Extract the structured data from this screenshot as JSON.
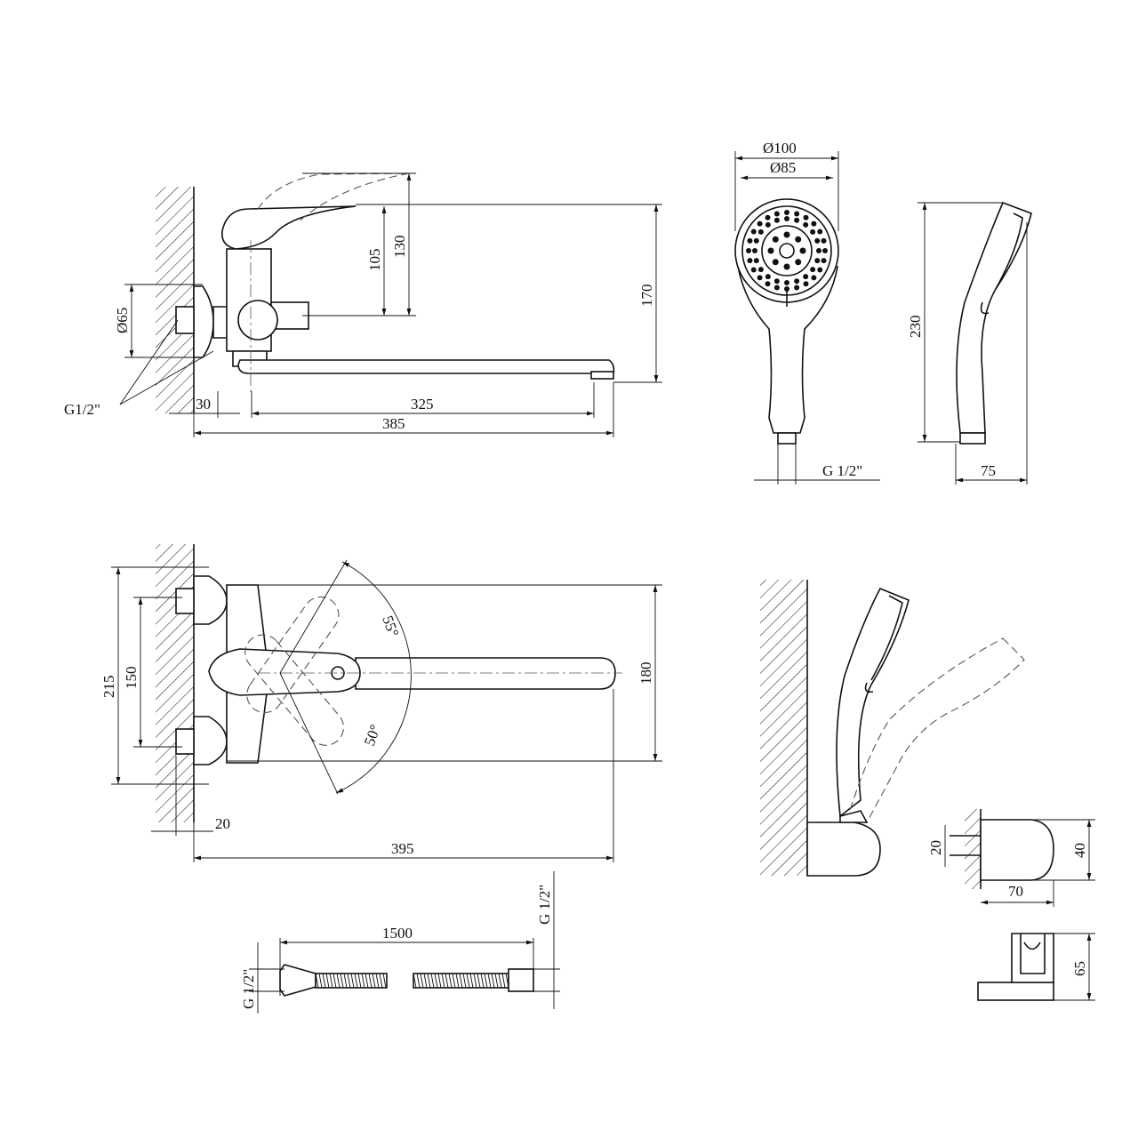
{
  "side_view": {
    "dim_height_total": "170",
    "dim_handle_raised": "130",
    "dim_handle": "105",
    "dim_flange_diameter": "Ø65",
    "dim_thread": "G1/2\"",
    "dim_wall_offset": "30",
    "dim_spout_reach": "325",
    "dim_total_length": "385"
  },
  "hand_shower_front": {
    "dim_outer_diameter": "Ø100",
    "dim_inner_diameter": "Ø85",
    "dim_thread": "G 1/2\""
  },
  "hand_shower_side": {
    "dim_length": "230",
    "dim_depth": "75"
  },
  "top_view": {
    "angle_up": "55°",
    "angle_down": "50°",
    "dim_total_height": "215",
    "dim_inlet_spacing": "150",
    "dim_spout_width": "180",
    "dim_wall_offset": "20",
    "dim_total_length": "395"
  },
  "holder": {
    "dim_pin_spacing": "20",
    "dim_height": "40",
    "dim_depth": "70",
    "dim_front_height": "65"
  },
  "hose": {
    "dim_length": "1500",
    "dim_thread_left": "G 1/2\"",
    "dim_thread_right": "G 1/2\""
  }
}
